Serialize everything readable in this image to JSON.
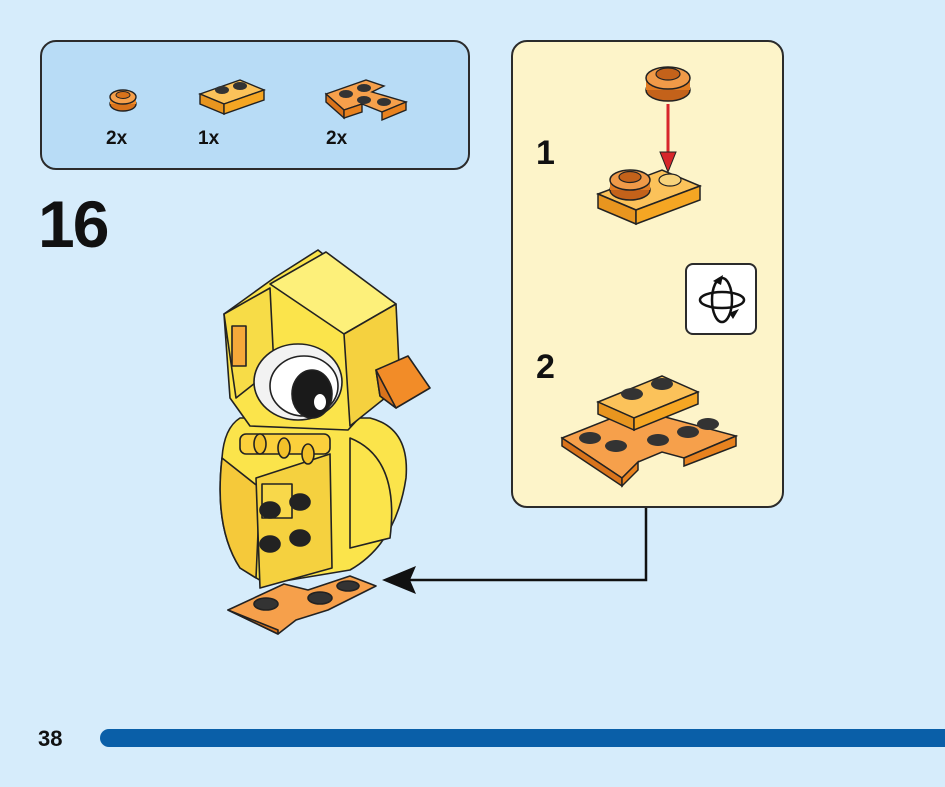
{
  "parts": [
    {
      "name": "round-plate-1x1",
      "count": "2x",
      "color": "#f28c28"
    },
    {
      "name": "plate-1x2",
      "count": "1x",
      "color": "#f5a623"
    },
    {
      "name": "corner-plate-2x2",
      "count": "2x",
      "color": "#f28c28"
    }
  ],
  "step": {
    "number": "16"
  },
  "substeps": [
    {
      "label": "1"
    },
    {
      "label": "2"
    }
  ],
  "icons": {
    "rotate": "rotate-model-icon",
    "arrow": "placement-arrow-icon"
  },
  "page": {
    "number": "38",
    "progress": 1.0
  },
  "colors": {
    "background": "#d6ecfb",
    "parts_box": "#b8dcf6",
    "substep_box": "#fdf4c9",
    "chick_yellow": "#fbe44b",
    "orange": "#f28c28",
    "progress_bar": "#0a5fa8"
  }
}
